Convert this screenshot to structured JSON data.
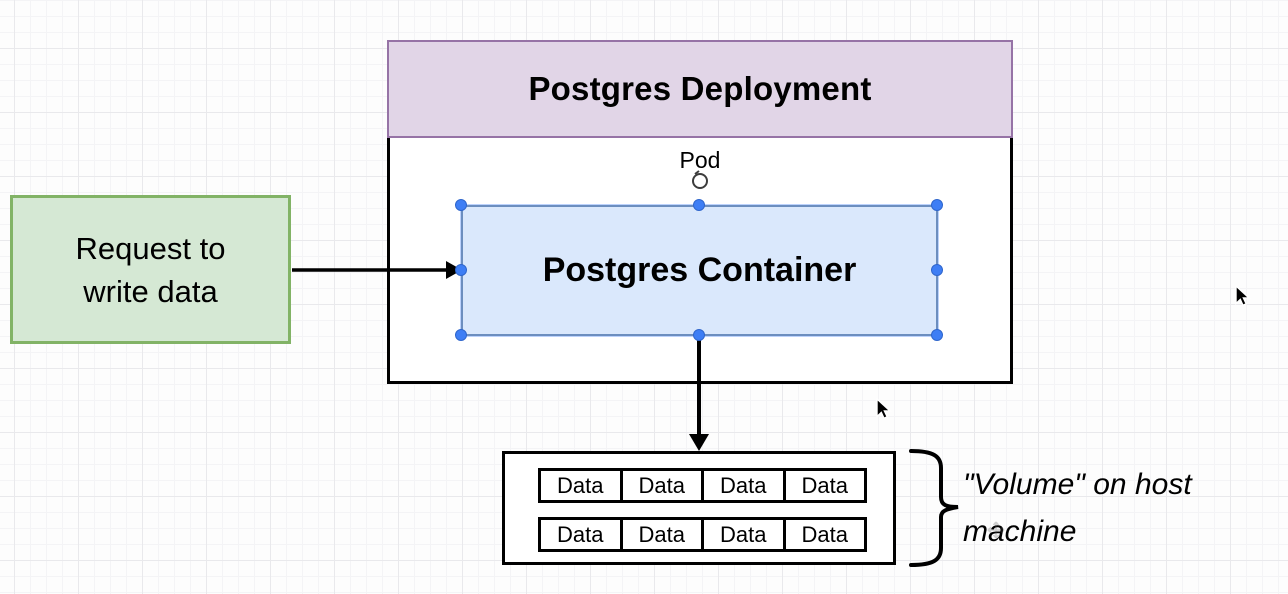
{
  "deployment": {
    "title": "Postgres Deployment",
    "pod_label": "Pod"
  },
  "container": {
    "label": "Postgres Container"
  },
  "request": {
    "line1": "Request to",
    "line2": "write data"
  },
  "volume": {
    "rows": [
      [
        "Data",
        "Data",
        "Data",
        "Data"
      ],
      [
        "Data",
        "Data",
        "Data",
        "Data"
      ]
    ],
    "caption_line1": "\"Volume\" on host",
    "caption_line2": "machine"
  },
  "colors": {
    "canvas_background": "#FDFDFD",
    "grid_minor": "#F4F4F6",
    "grid_major": "#E9E9EC",
    "deployment_header_fill": "#E1D5E7",
    "deployment_header_border": "#9673A6",
    "container_fill": "#DAE8FC",
    "container_border": "#6C8EBF",
    "selection_handle": "#3E7EF5",
    "request_fill": "#D5E8D4",
    "request_border": "#82B366",
    "shape_outline": "#000000",
    "arrow_color": "#000000"
  },
  "icons": {
    "rotation_handle": "rotate-icon",
    "mouse_pointer": "mouse-pointer-icon",
    "move_artifact": "move-cursor-icon"
  }
}
